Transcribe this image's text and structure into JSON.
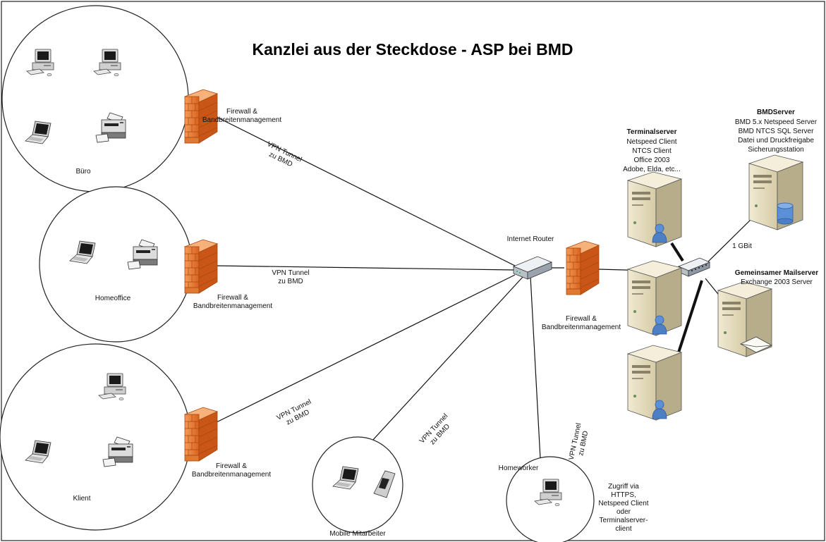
{
  "title": "Kanzlei aus der Steckdose  - ASP bei BMD",
  "sites": {
    "buero": "Büro",
    "homeoffice": "Homeoffice",
    "klient": "Klient",
    "mobile": "Mobile Mitarbeiter",
    "homeworker": "Homeworker"
  },
  "firewall_label": [
    "Firewall &",
    "Bandbreitenmanagement"
  ],
  "vpn_label": [
    "VPN Tunnel",
    "zu BMD"
  ],
  "router_label": "Internet Router",
  "link_speed": "1 GBit",
  "homeworker_access": [
    "Zugriff via",
    "HTTPS,",
    "Netspeed Client",
    "oder",
    "Terminalserver-",
    "client"
  ],
  "terminalserver": {
    "name": "Terminalserver",
    "lines": [
      "Netspeed Client",
      "NTCS Client",
      "Office 2003",
      "Adobe, Elda, etc..."
    ]
  },
  "bmdserver": {
    "name": "BMDServer",
    "lines": [
      "BMD 5.x Netspeed Server",
      "BMD NTCS SQL Server",
      "Datei und Druckfreigabe",
      "Sicherungsstation"
    ]
  },
  "mailserver": {
    "name": "Gemeinsamer Mailserver",
    "lines": [
      "Exchange 2003 Server"
    ]
  },
  "icons": [
    "desktop-pc-icon",
    "laptop-icon",
    "printer-icon",
    "firewall-icon",
    "router-icon",
    "switch-icon",
    "server-icon",
    "database-icon",
    "user-icon",
    "mail-icon",
    "mobile-phone-icon"
  ],
  "colors": {
    "firewall": "#e9732a",
    "firewall_dark": "#b34d14",
    "server": "#e6ddc0",
    "user": "#4d7fc4"
  }
}
